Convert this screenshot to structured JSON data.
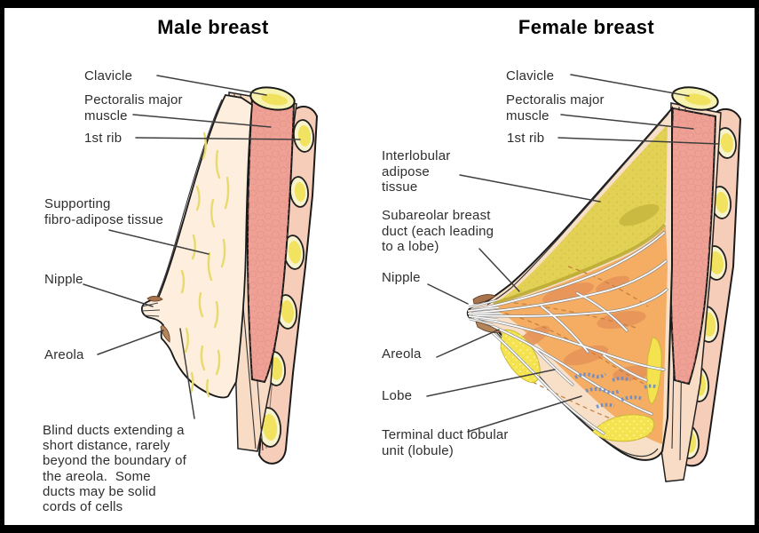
{
  "header": {
    "male_title": "Male breast",
    "female_title": "Female breast"
  },
  "male": {
    "labels": {
      "clavicle": "Clavicle",
      "pectoralis": "Pectoralis major\nmuscle",
      "first_rib": "1st rib",
      "supporting_tissue": "Supporting\nfibro-adipose tissue",
      "nipple": "Nipple",
      "areola": "Areola",
      "blind_ducts_note": "Blind ducts extending a\nshort distance, rarely\nbeyond the boundary of\nthe areola.  Some\nducts may be solid\ncords of cells"
    }
  },
  "female": {
    "labels": {
      "clavicle": "Clavicle",
      "pectoralis": "Pectoralis major\nmuscle",
      "first_rib": "1st rib",
      "interlobular": "Interlobular\nadipose\ntissue",
      "subareolar": "Subareolar breast\nduct (each leading\nto a lobe)",
      "nipple": "Nipple",
      "areola": "Areola",
      "lobe": "Lobe",
      "tdlu": "Terminal duct lobular\nunit (lobule)"
    }
  },
  "colors": {
    "frame_border": "#000000",
    "background": "#ffffff",
    "muscle_pink": "#f0a196",
    "bone_yellow": "#f1e25f",
    "bone_rim": "#f8f3cf",
    "skin_tone": "#f6cdb9",
    "breast_skin": "#f8e0c8",
    "male_tissue": "#fdeedd",
    "tissue_streak_yellow": "#e9da6e",
    "adipose_yellow": "#e2d155",
    "gland_orange": "#f4ad62",
    "duct_white": "#ffffff",
    "lobule_blue": "#6b8cc7",
    "areola_brown": "#a9734d",
    "label_text": "#2e2e2e",
    "leader_line": "#3f3f3f"
  }
}
